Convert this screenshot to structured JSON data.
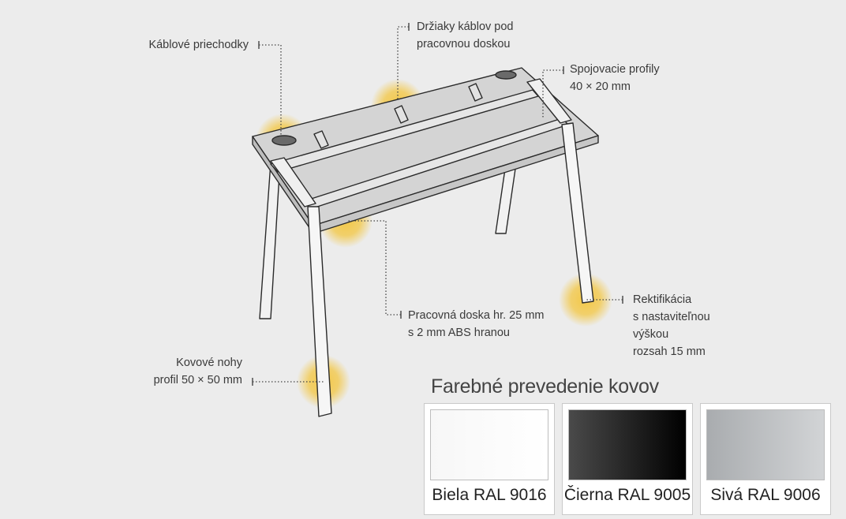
{
  "callouts": {
    "cable_holes": [
      "Káblové priechodky"
    ],
    "cable_holders": [
      "Držiaky káblov pod",
      "pracovnou doskou"
    ],
    "connecting_profiles": [
      "Spojovacie profily",
      "40 × 20 mm"
    ],
    "worktop": [
      "Pracovná doska hr. 25 mm",
      "s 2 mm ABS hranou"
    ],
    "leveling": [
      "Rektifikácia",
      "s nastaviteľnou",
      "výškou",
      "rozsah 15 mm"
    ],
    "legs": [
      "Kovové nohy",
      "profil 50 × 50 mm"
    ]
  },
  "swatches": {
    "title": "Farebné prevedenie kovov",
    "items": [
      {
        "label": "Biela RAL 9016",
        "gradient_from": "#f7f7f7",
        "gradient_to": "#ffffff"
      },
      {
        "label": "Čierna RAL 9005",
        "gradient_from": "#4a4a4a",
        "gradient_to": "#000000"
      },
      {
        "label": "Sivá RAL 9006",
        "gradient_from": "#a9acaf",
        "gradient_to": "#d2d4d6"
      }
    ]
  },
  "colors": {
    "background": "#ececec",
    "highlight": "#f3c640",
    "outline": "#2a2a2a",
    "worktop": "#d0d0d0"
  }
}
